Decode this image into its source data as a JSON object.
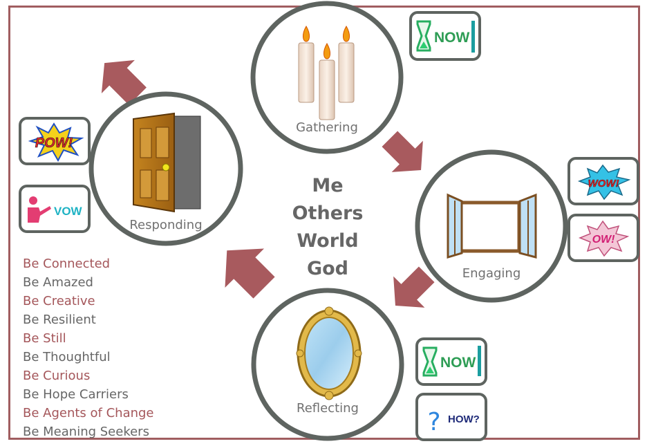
{
  "stages": {
    "gathering": "Gathering",
    "engaging": "Engaging",
    "reflecting": "Reflecting",
    "responding": "Responding"
  },
  "center": [
    "Me",
    "Others",
    "World",
    "God"
  ],
  "badges": {
    "now_top": "NOW",
    "pow": "POW!",
    "vow": "VOW",
    "wow": "WOW!",
    "ow": "OW!",
    "now_bottom": "NOW",
    "how": "HOW?"
  },
  "be_list": [
    "Be Connected",
    "Be Amazed",
    "Be Creative",
    "Be Resilient",
    "Be Still",
    "Be Thoughtful",
    "Be Curious",
    "Be Hope Carriers",
    "Be Agents of Change",
    "Be Meaning Seekers"
  ],
  "colors": {
    "border": "#a05d60",
    "arrow": "#a85a5e",
    "circle_stroke": "#5e6460",
    "list_red": "#a4565a",
    "list_gray": "#666666"
  }
}
